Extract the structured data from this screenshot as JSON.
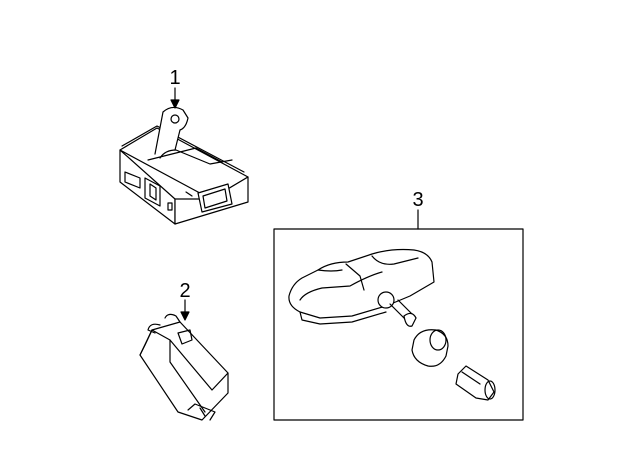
{
  "diagram": {
    "callouts": [
      {
        "id": "part-1",
        "label": "1"
      },
      {
        "id": "part-2",
        "label": "2"
      },
      {
        "id": "part-3",
        "label": "3"
      }
    ]
  },
  "colors": {
    "line": "#000000",
    "fill": "#ffffff"
  }
}
